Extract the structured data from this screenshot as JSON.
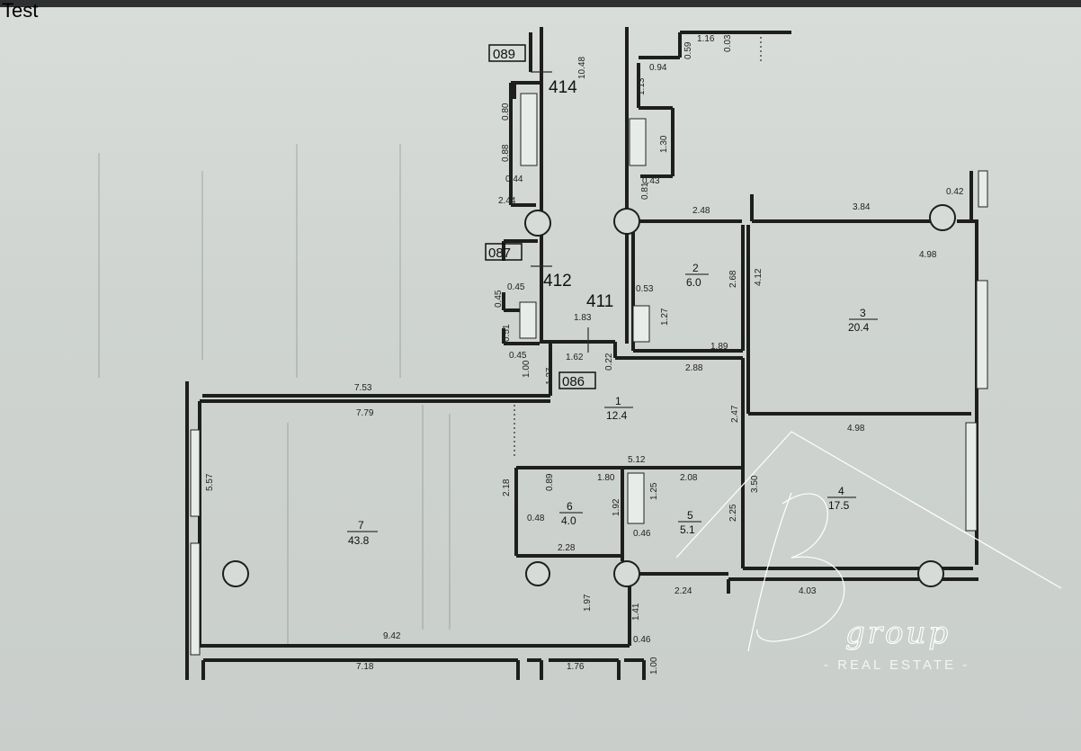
{
  "window": {
    "caption": "Test"
  },
  "plan": {
    "rooms": [
      {
        "id": "room-1",
        "number": "1",
        "area": "12.4"
      },
      {
        "id": "room-2",
        "number": "2",
        "area": "6.0"
      },
      {
        "id": "room-3",
        "number": "3",
        "area": "20.4"
      },
      {
        "id": "room-4",
        "number": "4",
        "area": "17.5"
      },
      {
        "id": "room-5",
        "number": "5",
        "area": "5.1"
      },
      {
        "id": "room-6",
        "number": "6",
        "area": "4.0"
      },
      {
        "id": "room-7",
        "number": "7",
        "area": "43.8"
      }
    ],
    "unit_numbers": {
      "u414": "414",
      "u412": "412",
      "u411": "411"
    },
    "tags": {
      "t089": "089",
      "t087": "087",
      "t086": "086"
    },
    "dimensions": {
      "d1048": "10.48",
      "d080": "0.80",
      "d088": "0.88",
      "d044": "0.44",
      "d244": "2.44",
      "d045a": "0.45",
      "d045b": "0.45",
      "d051": "0.51",
      "d045c": "0.45",
      "d100a": "1.00",
      "d127a": "1.27",
      "d183": "1.83",
      "d162": "1.62",
      "d022": "0.22",
      "d053": "0.53",
      "d127b": "1.27",
      "d113": "1.13",
      "d094": "0.94",
      "d059": "0.59",
      "d116": "1.16",
      "d003": "0.03",
      "d130": "1.30",
      "d043": "0.43",
      "d081": "0.81",
      "d248": "2.48",
      "d384": "3.84",
      "d042": "0.42",
      "d498a": "4.98",
      "d268": "2.68",
      "d412": "4.12",
      "d189": "1.89",
      "d288": "2.88",
      "d247": "2.47",
      "d498b": "4.98",
      "d753": "7.53",
      "d779": "7.79",
      "d557": "5.57",
      "d512": "5.12",
      "d180": "1.80",
      "d208": "2.08",
      "d089": "0.89",
      "d218": "2.18",
      "d192": "1.92",
      "d125": "1.25",
      "d048": "0.48",
      "d046a": "0.46",
      "d228": "2.28",
      "d225": "2.25",
      "d350": "3.50",
      "d224": "2.24",
      "d403": "4.03",
      "d197": "1.97",
      "d141": "1.41",
      "d046b": "0.46",
      "d942": "9.42",
      "d718": "7.18",
      "d176": "1.76",
      "d100b": "1.00"
    }
  },
  "watermark": {
    "brand_script": "group",
    "brand_sub": "- REAL ESTATE -"
  }
}
